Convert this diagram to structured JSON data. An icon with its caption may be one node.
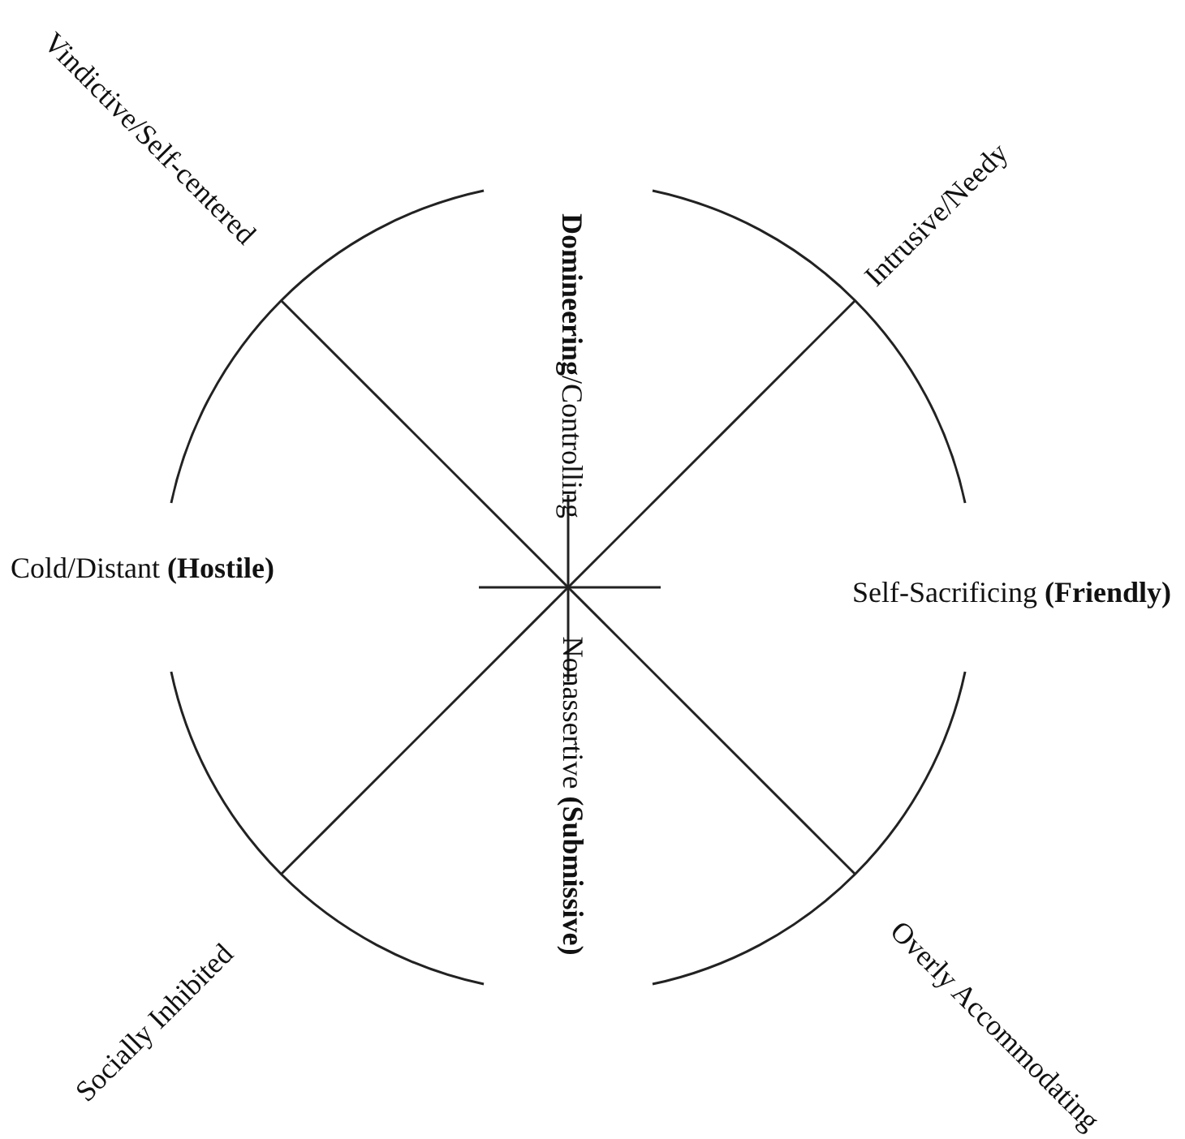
{
  "diagram": {
    "labels": [
      "Vindictive/Self-centered",
      "**Domineering**/Controlling",
      "Intrusive/Needy",
      "Cold/Distant **(Hostile)**",
      "Self-Sacrificing **(Friendly)**",
      "Nonassertive **(Submissive)**",
      "Socially Inhibited",
      "Overly Accommodating"
    ]
  }
}
